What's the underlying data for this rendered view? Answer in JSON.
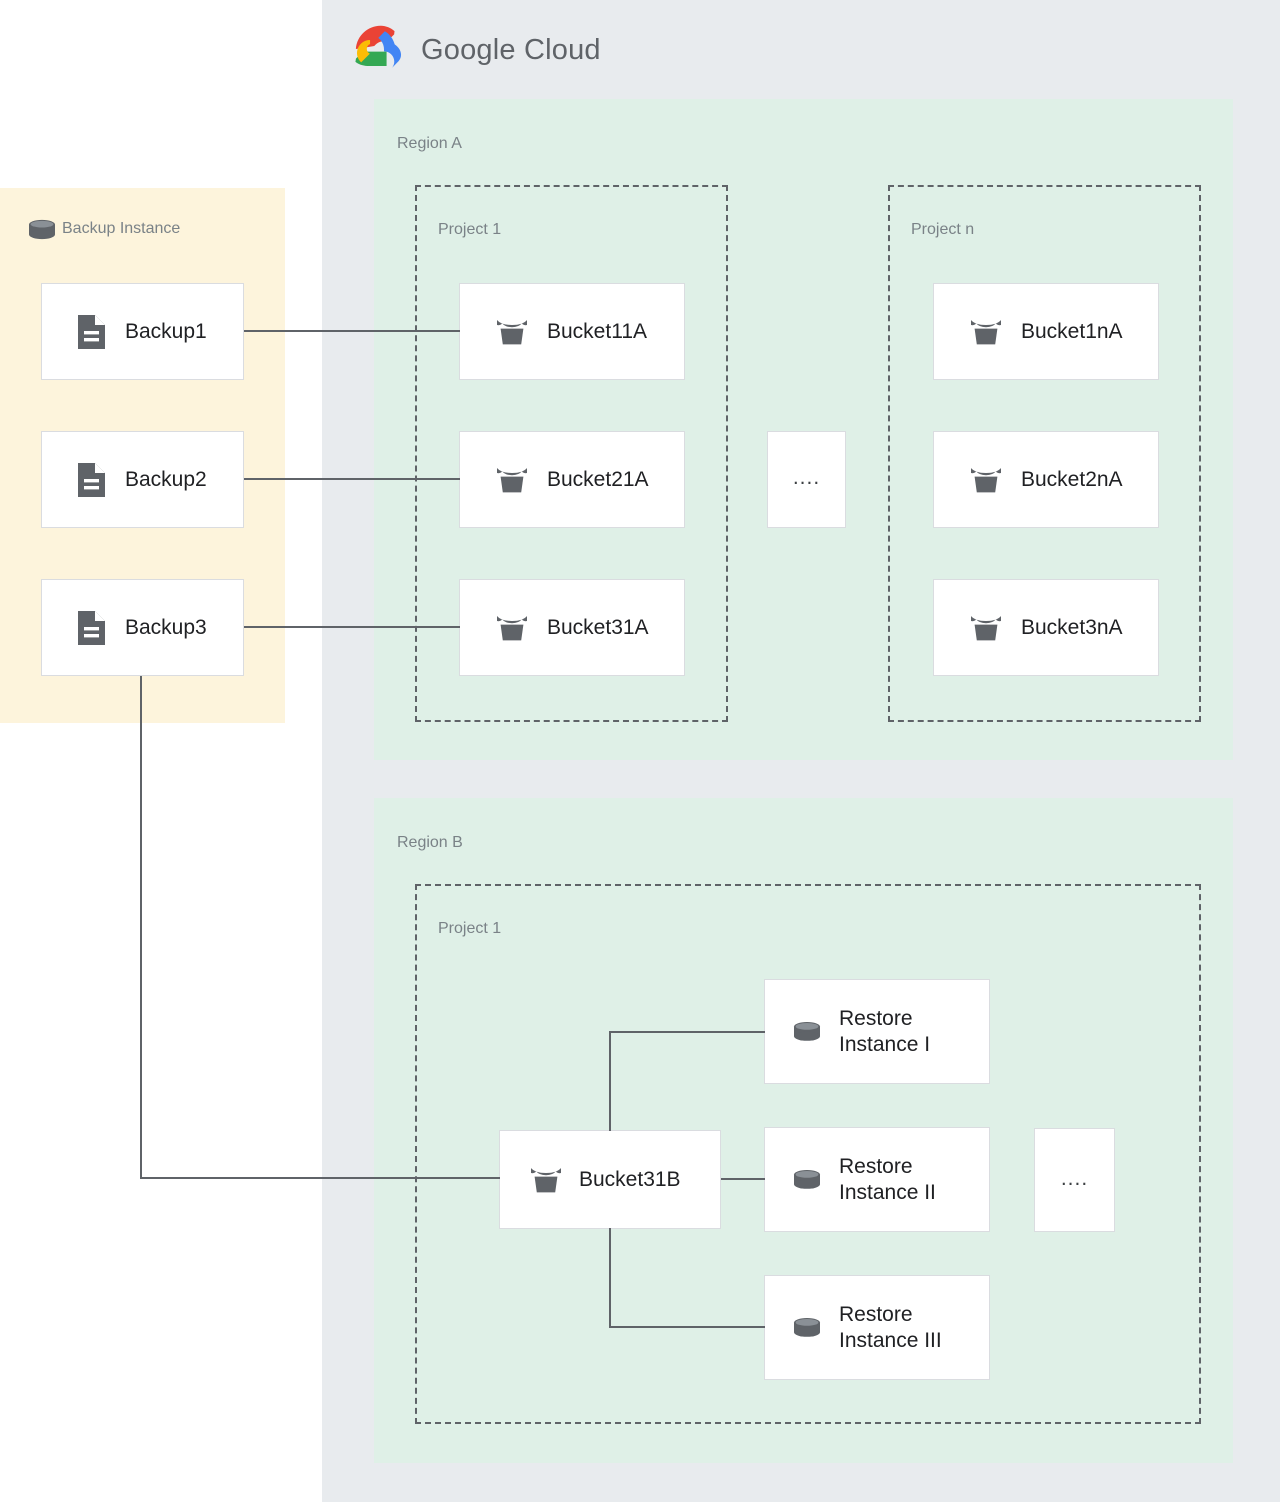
{
  "cloud_panel": {
    "brand_title_bold": "Google",
    "brand_title_light": " Cloud",
    "logo_icon": "google-cloud-logo",
    "bg_color": "#e8ebee"
  },
  "backup_panel": {
    "title": "Backup Instance",
    "title_icon": "database-cylinder-icon",
    "bg_color": "#fdf4dc",
    "items": [
      {
        "label": "Backup1",
        "icon": "document-icon"
      },
      {
        "label": "Backup2",
        "icon": "document-icon"
      },
      {
        "label": "Backup3",
        "icon": "document-icon"
      }
    ]
  },
  "regions": [
    {
      "label": "Region A",
      "bg_color": "#dff0e7",
      "projects": [
        {
          "label": "Project 1",
          "nodes": [
            {
              "label": "Bucket11A",
              "icon": "bucket-icon"
            },
            {
              "label": "Bucket21A",
              "icon": "bucket-icon"
            },
            {
              "label": "Bucket31A",
              "icon": "bucket-icon"
            }
          ]
        },
        {
          "label": "Project n",
          "nodes": [
            {
              "label": "Bucket1nA",
              "icon": "bucket-icon"
            },
            {
              "label": "Bucket2nA",
              "icon": "bucket-icon"
            },
            {
              "label": "Bucket3nA",
              "icon": "bucket-icon"
            }
          ]
        }
      ],
      "ellipsis": "...."
    },
    {
      "label": "Region B",
      "bg_color": "#dff0e7",
      "projects": [
        {
          "label": "Project 1",
          "nodes": [
            {
              "label": "Bucket31B",
              "icon": "bucket-icon"
            },
            {
              "label": "Restore\nInstance I",
              "icon": "database-cylinder-icon"
            },
            {
              "label": "Restore\nInstance II",
              "icon": "database-cylinder-icon"
            },
            {
              "label": "Restore\nInstance III",
              "icon": "database-cylinder-icon"
            }
          ]
        }
      ],
      "ellipsis": "...."
    }
  ],
  "connector_color": "#5f6368"
}
